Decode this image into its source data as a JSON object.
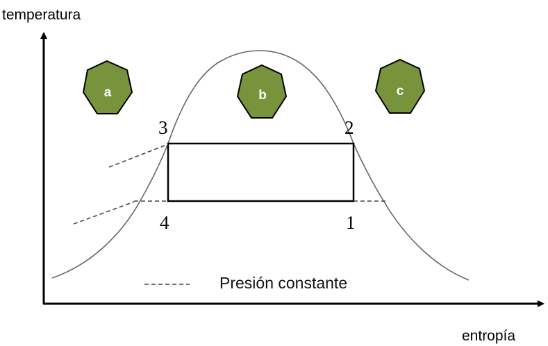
{
  "axes": {
    "y_label": "temperatura",
    "x_label": "entropía"
  },
  "regions": [
    {
      "label": "a",
      "fill": "#77933c",
      "stroke": "#000000"
    },
    {
      "label": "b",
      "fill": "#77933c",
      "stroke": "#000000"
    },
    {
      "label": "c",
      "fill": "#77933c",
      "stroke": "#000000"
    }
  ],
  "points": {
    "p1": "1",
    "p2": "2",
    "p3": "3",
    "p4": "4"
  },
  "legend": {
    "label": "Presión constante"
  },
  "colors": {
    "curve": "#666666",
    "cycle": "#000000",
    "axis": "#000000",
    "dashed": "#444444"
  }
}
